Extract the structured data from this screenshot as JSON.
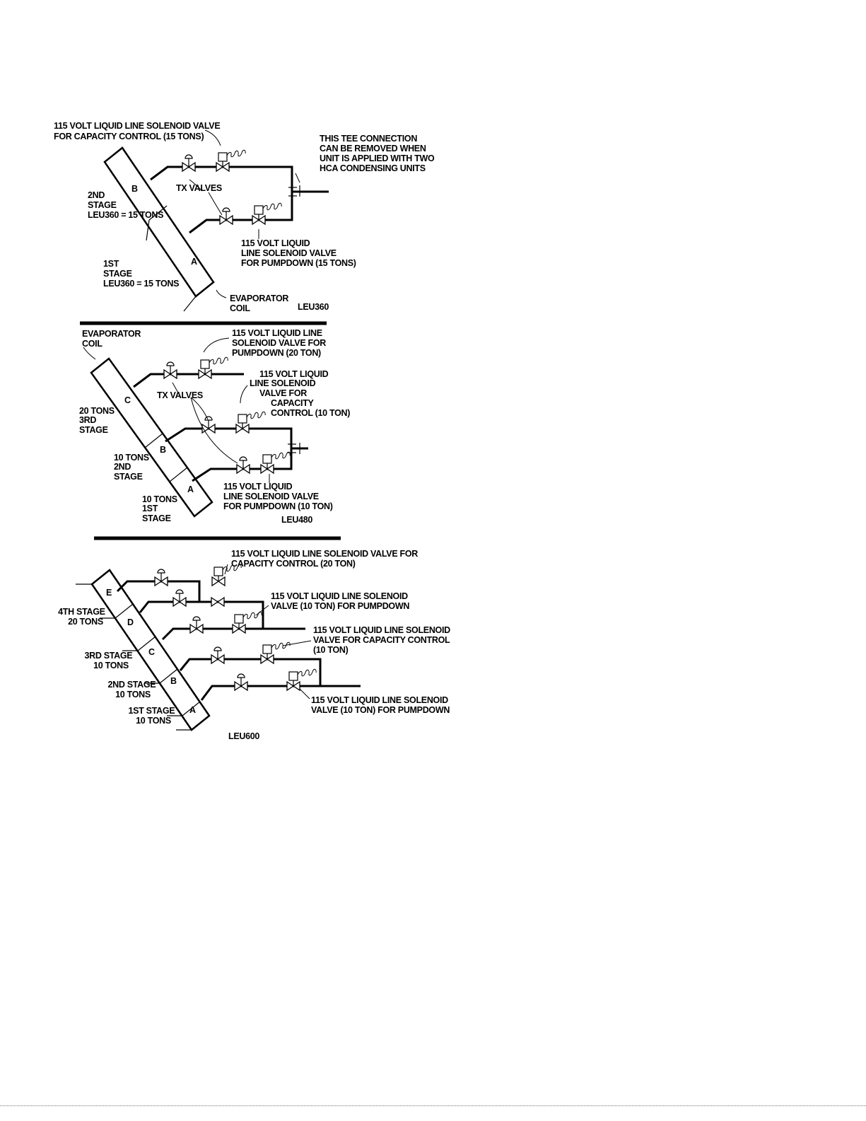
{
  "diagrams": [
    {
      "model_label": "LEU360",
      "coil_sections": [
        "B",
        "A"
      ],
      "annotations": {
        "capacity_valve": [
          "115 VOLT LIQUID LINE SOLENOID VALVE",
          "FOR CAPACITY CONTROL (15 TONS)"
        ],
        "tee_note": [
          "THIS TEE CONNECTION",
          "CAN BE REMOVED WHEN",
          "UNIT IS APPLIED WITH TWO",
          "HCA CONDENSING UNITS"
        ],
        "tx_valves": "TX VALVES",
        "stage2": [
          "2ND",
          "STAGE"
        ],
        "stage2_model": "LEU360",
        "stage2_tons": " = 15 TONS",
        "pumpdown_valve": [
          "115 VOLT LIQUID",
          "LINE SOLENOID VALVE",
          "FOR PUMPDOWN (15 TONS)"
        ],
        "stage1": [
          "1ST",
          "STAGE"
        ],
        "stage1_model": "LEU360",
        "stage1_tons": " = 15 TONS",
        "evap": [
          "EVAPORATOR",
          "COIL"
        ]
      }
    },
    {
      "model_label": "LEU480",
      "coil_sections": [
        "C",
        "B",
        "A"
      ],
      "annotations": {
        "evap": [
          "EVAPORATOR",
          "COIL"
        ],
        "pumpdown_20": [
          "115 VOLT LIQUID LINE",
          "SOLENOID VALVE FOR",
          "PUMPDOWN (20 TON)"
        ],
        "capacity_10": [
          "115 VOLT LIQUID",
          "LINE SOLENOID",
          "VALVE FOR",
          "CAPACITY",
          "CONTROL (10 TON)"
        ],
        "tx_valves": "TX VALVES",
        "stage3": [
          "20 TONS",
          "3RD",
          "STAGE"
        ],
        "stage2": [
          "10 TONS",
          "2ND",
          "STAGE"
        ],
        "stage1": [
          "10 TONS",
          "1ST",
          "STAGE"
        ],
        "pumpdown_10": [
          "115 VOLT LIQUID",
          "LINE SOLENOID VALVE",
          "FOR PUMPDOWN (10 TON)"
        ]
      }
    },
    {
      "model_label": "LEU600",
      "coil_sections": [
        "E",
        "D",
        "C",
        "B",
        "A"
      ],
      "annotations": {
        "capacity_20": [
          "115 VOLT LIQUID LINE SOLENOID VALVE FOR",
          "CAPACITY CONTROL (20 TON)"
        ],
        "pumpdown_10a": [
          "115 VOLT LIQUID LINE SOLENOID",
          "VALVE (10 TON) FOR PUMPDOWN"
        ],
        "capacity_10": [
          "115 VOLT LIQUID LINE SOLENOID",
          "VALVE FOR CAPACITY CONTROL",
          "(10 TON)"
        ],
        "pumpdown_10b": [
          "115 VOLT LIQUID LINE SOLENOID",
          "VALVE (10 TON) FOR PUMPDOWN"
        ],
        "stage4": [
          "4TH STAGE",
          "20 TONS"
        ],
        "stage3": [
          "3RD STAGE",
          "10 TONS"
        ],
        "stage2": [
          "2ND STAGE",
          "10 TONS"
        ],
        "stage1": [
          "1ST STAGE",
          "10 TONS"
        ]
      }
    }
  ]
}
